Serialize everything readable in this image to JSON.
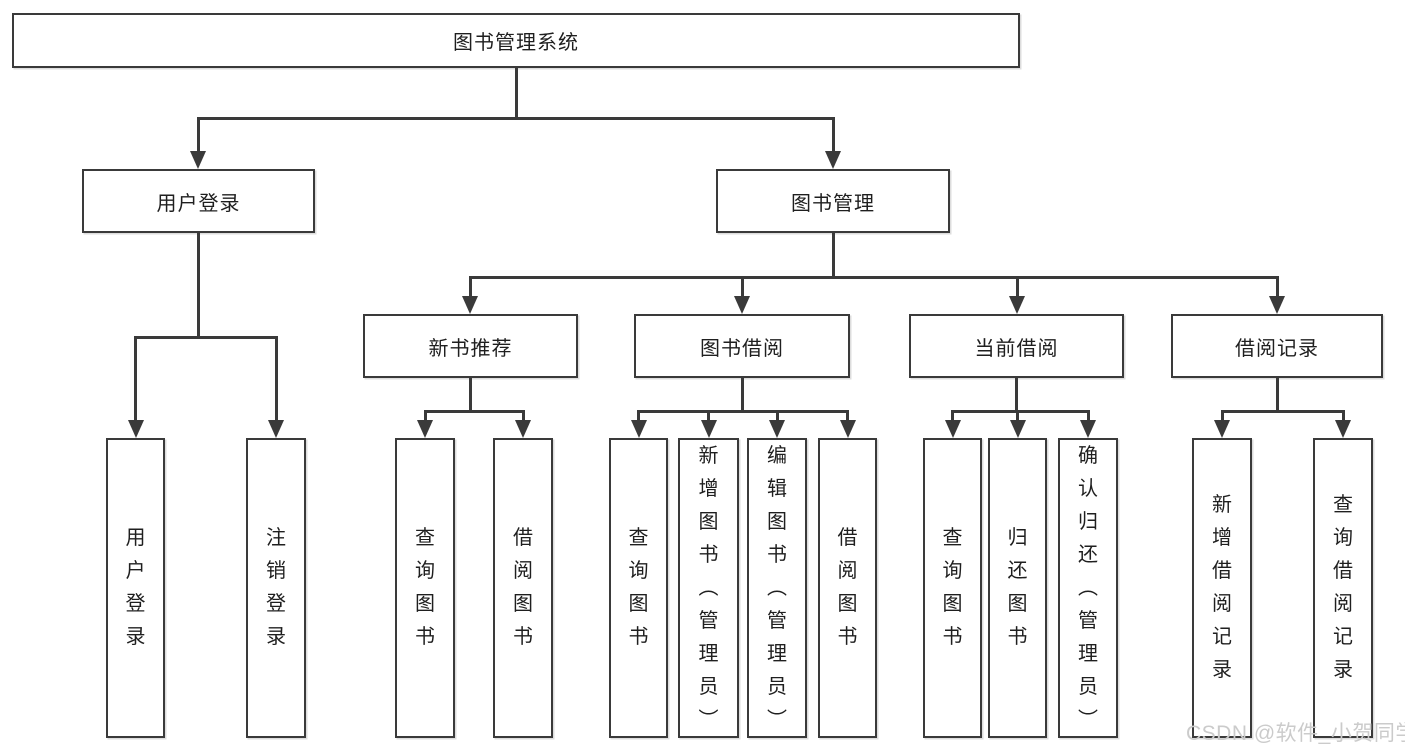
{
  "diagram": {
    "type": "hierarchy-tree",
    "colors": {
      "line": "#3a3a3a",
      "text": "#1f1f1f",
      "background": "#ffffff",
      "watermark_text_color": "#cbcbcb"
    },
    "nodes": {
      "root": "图书管理系统",
      "user_login": "用户登录",
      "book_mgmt": "图书管理",
      "new_book_rec": "新书推荐",
      "book_borrow": "图书借阅",
      "current_borrow": "当前借阅",
      "borrow_record": "借阅记录",
      "leaf_user_login": "用户登录",
      "leaf_logout": "注销登录",
      "leaf_nbr_query": "查询图书",
      "leaf_nbr_borrow": "借阅图书",
      "leaf_bb_query": "查询图书",
      "leaf_bb_add": "新增图书（管理员）",
      "leaf_bb_edit": "编辑图书（管理员）",
      "leaf_bb_borrow": "借阅图书",
      "leaf_cb_query": "查询图书",
      "leaf_cb_return": "归还图书",
      "leaf_cb_confirm": "确认归还（管理员）",
      "leaf_br_add": "新增借阅记录",
      "leaf_br_query": "查询借阅记录"
    },
    "watermark": "CSDN @软件_小贺同学"
  }
}
